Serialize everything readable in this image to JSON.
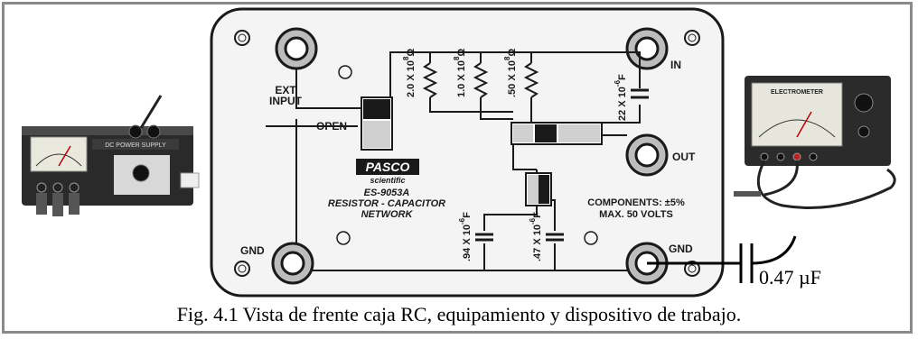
{
  "caption": "Fig. 4.1  Vista de frente caja RC, equipamiento y dispositivo de trabajo.",
  "capacitor_label": "0.47 µF",
  "board": {
    "labels": {
      "ext_input_1": "EXT",
      "ext_input_2": "INPUT",
      "open": "OPEN",
      "gnd_left": "GND",
      "in": "IN",
      "out": "OUT",
      "gnd_right": "GND",
      "brand": "PASCO",
      "brand_sub": "scientific",
      "model": "ES-9053A",
      "name_1": "RESISTOR - CAPACITOR",
      "name_2": "NETWORK",
      "components_1": "COMPONENTS: ±5%",
      "components_2": "MAX. 50 VOLTS"
    },
    "resistors": [
      {
        "value": "2.0 X 10",
        "exp": "8",
        "unit": "Ω"
      },
      {
        "value": "1.0 X 10",
        "exp": "8",
        "unit": "Ω"
      },
      {
        "value": ".50 X 10",
        "exp": "8",
        "unit": "Ω"
      }
    ],
    "capacitors": [
      {
        "value": "22 X 10",
        "exp": "-6",
        "unit": "F"
      },
      {
        "value": ".94 X 10",
        "exp": "-6",
        "unit": "F"
      },
      {
        "value": ".47 X 10",
        "exp": "-6",
        "unit": "F"
      }
    ]
  },
  "power_supply": {
    "title": "DC POWER SUPPLY"
  },
  "electrometer": {
    "title": "ELECTROMETER"
  },
  "colors": {
    "frame": "#8a8a8a",
    "board_bg": "#f4f4f4",
    "ink": "#1a1a1a"
  }
}
